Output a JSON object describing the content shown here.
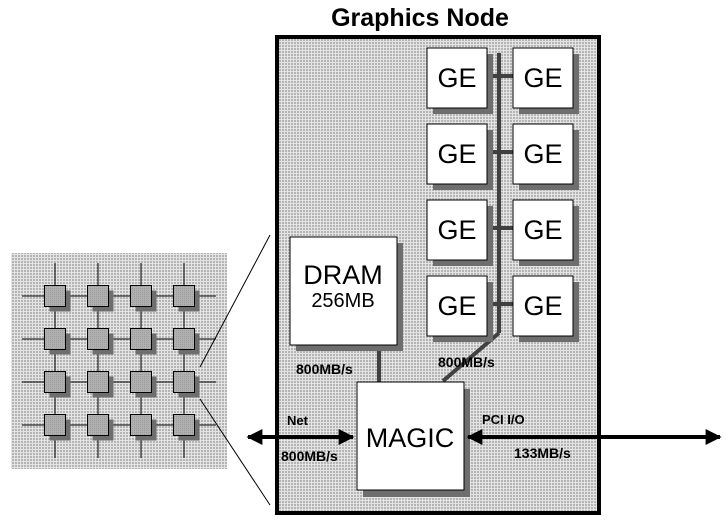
{
  "diagram": {
    "title": "Graphics Node",
    "colors": {
      "node_fill": "#c8c8c8",
      "box_fill": "#ffffff",
      "shadow": "#6e6e6e",
      "bus": "#404040",
      "mesh_node": "#a8a8a8",
      "outline": "#000000"
    },
    "geometry_engines": {
      "label": "GE",
      "count": 8,
      "rows": 4,
      "cols": 2
    },
    "memory": {
      "label": "DRAM",
      "capacity": "256MB",
      "bandwidth": "800MB/s"
    },
    "ge_bus": {
      "bandwidth": "800MB/s"
    },
    "controller": {
      "label": "MAGIC"
    },
    "network_port": {
      "label": "Net",
      "bandwidth": "800MB/s"
    },
    "io_port": {
      "label": "PCI I/O",
      "bandwidth": "133MB/s"
    },
    "mesh": {
      "rows": 4,
      "cols": 4,
      "zoomed_node": {
        "row": 3,
        "col": 4
      }
    }
  }
}
